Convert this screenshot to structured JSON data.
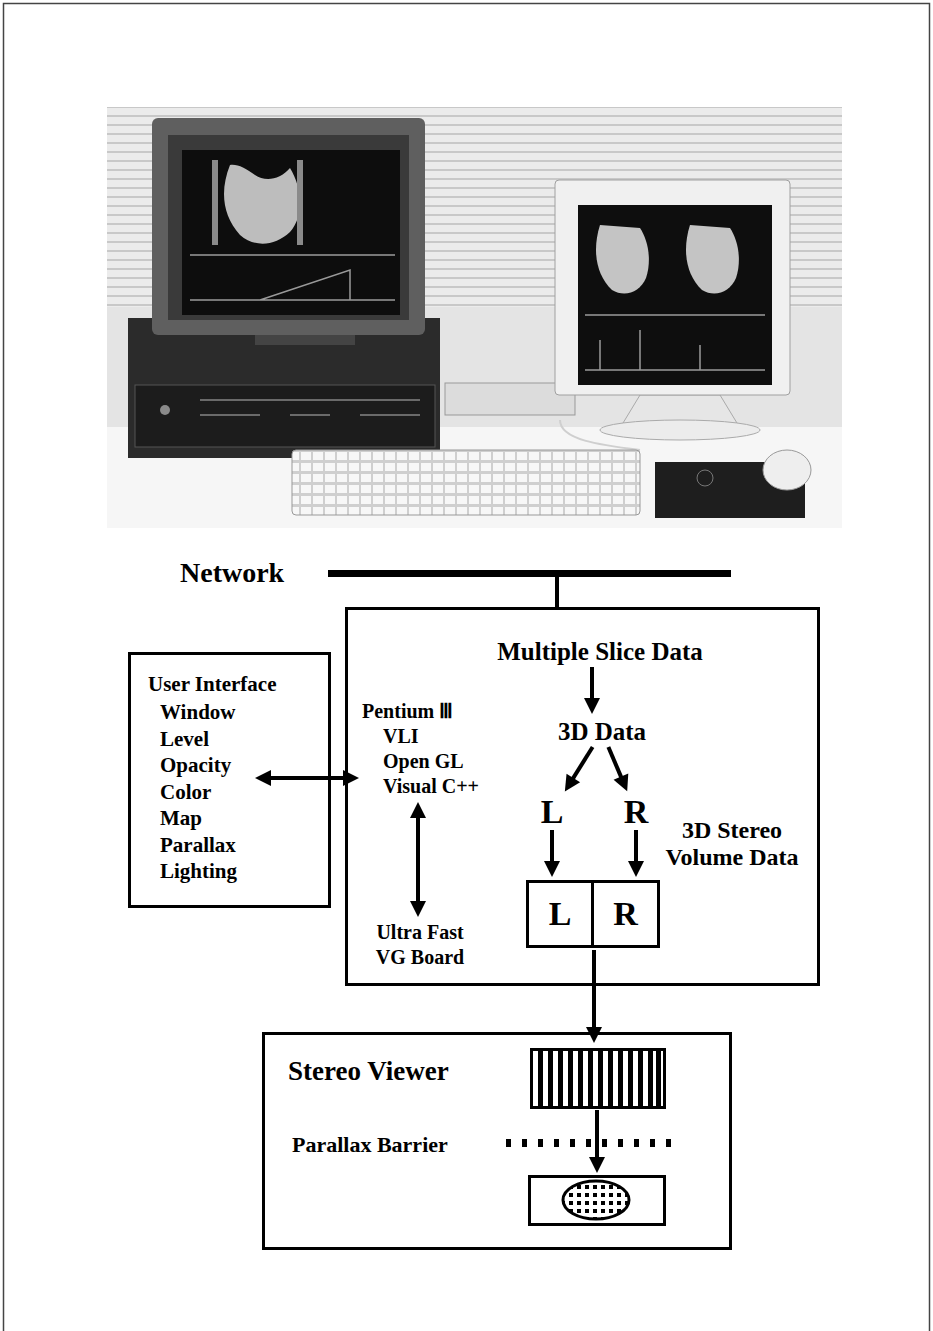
{
  "diagram": {
    "nodes": [
      {
        "text": [
          "Network"
        ]
      },
      {
        "text": [
          "User Interface",
          "Window",
          "Level",
          "Opacity",
          "Color",
          "Map",
          "Parallax",
          "Lighting"
        ]
      },
      {
        "text": [
          "3D Stereo Volume Data"
        ]
      },
      {
        "text": [
          "Pentium Ⅲ",
          "VLI",
          "Open GL",
          "Visual C++"
        ],
        "in": 2
      },
      {
        "text": [
          "Ultra Fast VG Board"
        ],
        "in": 2
      },
      {
        "text": [
          "Multiple Slice Data"
        ],
        "in": 2
      },
      {
        "text": [
          "3D Data"
        ],
        "in": 2
      },
      {
        "text": [
          "L"
        ],
        "in": 2
      },
      {
        "text": [
          "R"
        ],
        "in": 2
      },
      {
        "text": [
          "L"
        ],
        "in": 2
      },
      {
        "text": [
          "R"
        ],
        "in": 2
      },
      {
        "text": [
          "Stereo Viewer",
          "Parallax Barrier"
        ]
      }
    ],
    "edges": [
      {
        "from": 0,
        "to": 2,
        "arrow": "none"
      },
      {
        "from": 1,
        "to": 3,
        "arrow": "both"
      },
      {
        "from": 3,
        "to": 4,
        "arrow": "both"
      },
      {
        "from": 5,
        "to": 6,
        "arrow": "to"
      },
      {
        "from": 6,
        "to": 7,
        "arrow": "to"
      },
      {
        "from": 6,
        "to": 8,
        "arrow": "to"
      },
      {
        "from": 7,
        "to": 9,
        "arrow": "to"
      },
      {
        "from": 8,
        "to": 10,
        "arrow": "to"
      },
      {
        "from": 2,
        "to": 11,
        "arrow": "to"
      }
    ]
  }
}
